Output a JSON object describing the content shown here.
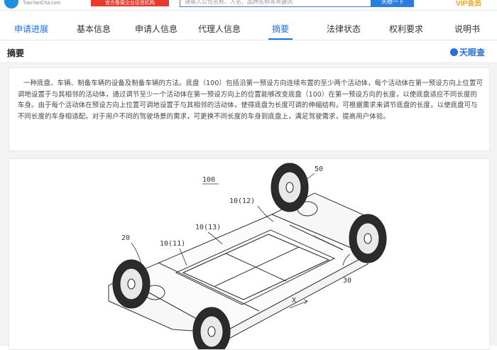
{
  "header": {
    "logo_text": "TianYanCha.com",
    "red_badge": "官方备案企业征信机构",
    "search_placeholder": "请输入公司名称、人名、品牌名称等关键词",
    "search_button": "天眼一下",
    "vip_label": "VIP会员"
  },
  "tabs": [
    {
      "label": "申请进展"
    },
    {
      "label": "基本信息"
    },
    {
      "label": "申请人信息"
    },
    {
      "label": "代理人信息"
    },
    {
      "label": "摘要"
    },
    {
      "label": "法律状态"
    },
    {
      "label": "权利要求"
    },
    {
      "label": "说明书"
    }
  ],
  "section": {
    "title": "摘要",
    "brand": "天眼查"
  },
  "abstract": {
    "text": "一种底盘、车辆、制备车辆的设备及制备车辆的方法。底盘（100）包括沿第一预设方向连续布置的至少两个活动体，每个活动体在第一预设方向上位置可调地设置于与其相邻的活动体，通过调节至少一个活动体在第一预设方向上的位置能够改变底盘（100）在第一预设方向的长度，以使底盘适应不同长度的车身。由于每个活动体在预设方向上位置可调地设置于与其相邻的活动体，使得底盘为长度可调的伸缩结构，可根据需求来调节底盘的长度，以使底盘可与不同长度的车身相适配。对于用户不同的驾驶场景的需求，可更换不同长度的车身到底盘上，满足驾驶需求，提高用户体验。"
  },
  "figure": {
    "labels": {
      "main": "100",
      "wheel_rear": "50",
      "wheel_front": "20",
      "wheel_right": "30",
      "seg_12": "10(12)",
      "seg_13": "10(13)",
      "seg_11": "10(11)",
      "axis_x": "X"
    }
  }
}
